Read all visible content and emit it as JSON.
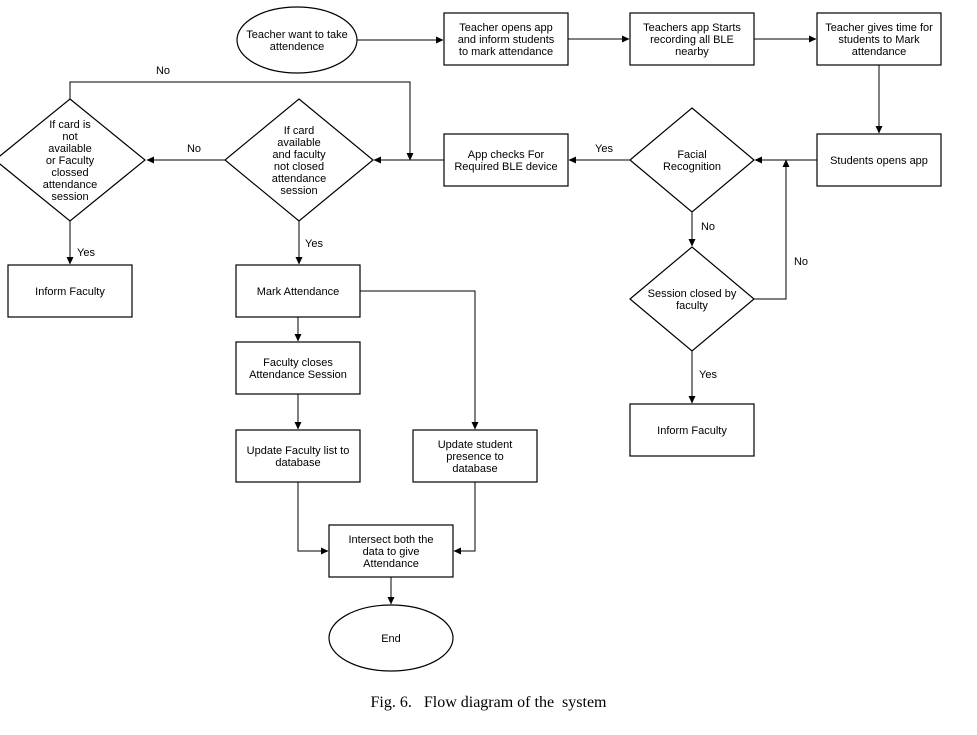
{
  "caption": "Fig. 6.   Flow diagram of the  system",
  "nodes": [
    {
      "id": "start",
      "shape": "ellipse",
      "lines": [
        "Teacher want to take",
        "attendence"
      ]
    },
    {
      "id": "opens_app",
      "shape": "rect",
      "lines": [
        "Teacher opens app",
        "and inform students",
        "to mark attendance"
      ]
    },
    {
      "id": "recording",
      "shape": "rect",
      "lines": [
        "Teachers app Starts",
        "recording all BLE",
        "nearby"
      ]
    },
    {
      "id": "gives_time",
      "shape": "rect",
      "lines": [
        "Teacher gives time for",
        "students to Mark",
        "attendance"
      ]
    },
    {
      "id": "students_open",
      "shape": "rect",
      "lines": [
        "Students opens app"
      ]
    },
    {
      "id": "facial",
      "shape": "diamond",
      "lines": [
        "Facial",
        "Recognition"
      ]
    },
    {
      "id": "ble_check",
      "shape": "rect",
      "lines": [
        "App checks For",
        "Required BLE device"
      ]
    },
    {
      "id": "card_available",
      "shape": "diamond",
      "lines": [
        "If card",
        "available",
        "and faculty",
        "not closed",
        "attendance",
        "session"
      ]
    },
    {
      "id": "card_not_available",
      "shape": "diamond",
      "lines": [
        "If card is",
        "not",
        "available",
        "or Faculty",
        "clossed",
        "attendance",
        "session"
      ]
    },
    {
      "id": "inform_left",
      "shape": "rect",
      "lines": [
        "Inform Faculty"
      ]
    },
    {
      "id": "mark",
      "shape": "rect",
      "lines": [
        "Mark Attendance"
      ]
    },
    {
      "id": "closes_session",
      "shape": "rect",
      "lines": [
        "Faculty closes",
        "Attendance Session"
      ]
    },
    {
      "id": "update_faculty",
      "shape": "rect",
      "lines": [
        "Update Faculty list to",
        "database"
      ]
    },
    {
      "id": "update_student",
      "shape": "rect",
      "lines": [
        "Update student",
        "presence to",
        "database"
      ]
    },
    {
      "id": "intersect",
      "shape": "rect",
      "lines": [
        "Intersect both the",
        "data to give",
        "Attendance"
      ]
    },
    {
      "id": "end",
      "shape": "ellipse",
      "lines": [
        "End"
      ]
    },
    {
      "id": "session_closed",
      "shape": "diamond",
      "lines": [
        "Session closed by",
        "faculty"
      ]
    },
    {
      "id": "inform_right",
      "shape": "rect",
      "lines": [
        "Inform Faculty"
      ]
    }
  ],
  "edges": [
    {
      "id": "e1",
      "from": "start",
      "to": "opens_app",
      "label": ""
    },
    {
      "id": "e2",
      "from": "opens_app",
      "to": "recording",
      "label": ""
    },
    {
      "id": "e3",
      "from": "recording",
      "to": "gives_time",
      "label": ""
    },
    {
      "id": "e4",
      "from": "gives_time",
      "to": "students_open",
      "label": ""
    },
    {
      "id": "e5",
      "from": "students_open",
      "to": "facial",
      "label": ""
    },
    {
      "id": "e6",
      "from": "facial",
      "to": "ble_check",
      "label": "Yes"
    },
    {
      "id": "e7",
      "from": "ble_check",
      "to": "card_available",
      "label": ""
    },
    {
      "id": "e8",
      "from": "card_available",
      "to": "card_not_available",
      "label": "No"
    },
    {
      "id": "e9",
      "from": "card_not_available",
      "to": "card_available",
      "label": "No"
    },
    {
      "id": "e10",
      "from": "card_not_available",
      "to": "inform_left",
      "label": "Yes"
    },
    {
      "id": "e11",
      "from": "card_available",
      "to": "mark",
      "label": "Yes"
    },
    {
      "id": "e12",
      "from": "mark",
      "to": "closes_session",
      "label": ""
    },
    {
      "id": "e13",
      "from": "mark",
      "to": "update_student",
      "label": ""
    },
    {
      "id": "e14",
      "from": "closes_session",
      "to": "update_faculty",
      "label": ""
    },
    {
      "id": "e15",
      "from": "update_faculty",
      "to": "intersect",
      "label": ""
    },
    {
      "id": "e16",
      "from": "update_student",
      "to": "intersect",
      "label": ""
    },
    {
      "id": "e17",
      "from": "intersect",
      "to": "end",
      "label": ""
    },
    {
      "id": "e18",
      "from": "facial",
      "to": "session_closed",
      "label": "No"
    },
    {
      "id": "e19",
      "from": "session_closed",
      "to": "facial",
      "label": "No"
    },
    {
      "id": "e20",
      "from": "session_closed",
      "to": "inform_right",
      "label": "Yes"
    }
  ]
}
